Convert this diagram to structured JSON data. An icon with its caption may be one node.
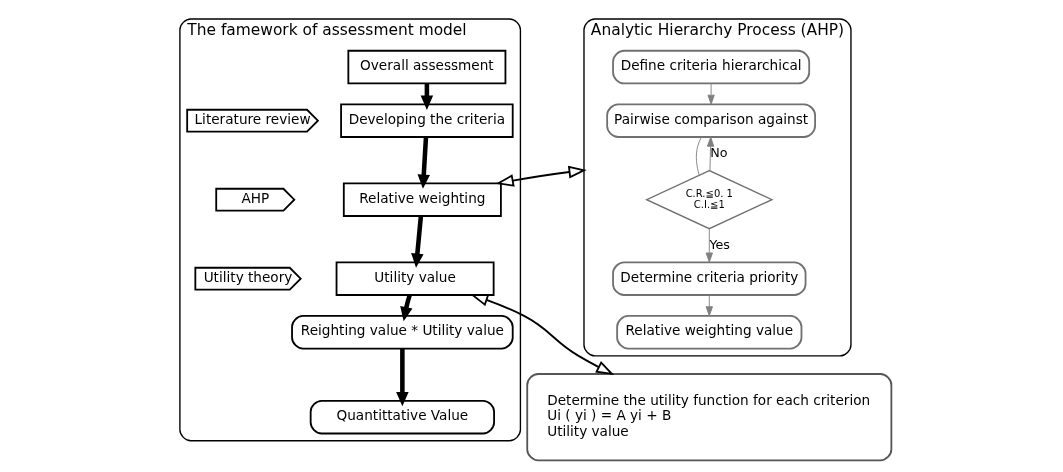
{
  "diagram": {
    "nodes": [
      {
        "text": [
          "The famework of assessment model"
        ]
      },
      {
        "text": [
          "Overall assessment"
        ],
        "in": 0
      },
      {
        "text": [
          "Developing the criteria"
        ],
        "in": 0
      },
      {
        "text": [
          "Relative weighting"
        ],
        "in": 0
      },
      {
        "text": [
          "Utility value"
        ],
        "in": 0
      },
      {
        "text": [
          "Reighting value * Utility value"
        ],
        "in": 0
      },
      {
        "text": [
          "Quantittative Value"
        ],
        "in": 0
      },
      {
        "text": [
          "Literature review"
        ],
        "in": 0
      },
      {
        "text": [
          "AHP"
        ],
        "in": 0
      },
      {
        "text": [
          "Utility theory"
        ],
        "in": 0
      },
      {
        "text": [
          "Analytic Hierarchy Process (AHP)"
        ]
      },
      {
        "text": [
          "Define criteria hierarchical"
        ],
        "in": 10
      },
      {
        "text": [
          "Pairwise comparison against"
        ],
        "in": 10
      },
      {
        "text": [
          "Determine criteria priority"
        ],
        "in": 10
      },
      {
        "text": [
          "Relative weighting value"
        ],
        "in": 10
      },
      {
        "text": [
          "C.R.≦0. 1",
          "C.I.≦1"
        ],
        "in": 10
      },
      {
        "text": [
          "Determine the utility function for each criterion",
          "Ui ( yi ) = A yi + B",
          "Utility value"
        ]
      }
    ],
    "edges": [
      {
        "from": 1,
        "to": 2,
        "arrow": "to",
        "style": "thick"
      },
      {
        "from": 2,
        "to": 3,
        "arrow": "to",
        "style": "thick"
      },
      {
        "from": 3,
        "to": 4,
        "arrow": "to",
        "style": "thick"
      },
      {
        "from": 4,
        "to": 5,
        "arrow": "to",
        "style": "thick"
      },
      {
        "from": 5,
        "to": 6,
        "arrow": "to",
        "style": "thick"
      },
      {
        "from": 3,
        "to": 10,
        "arrow": "both"
      },
      {
        "from": 4,
        "to": 16,
        "arrow": "both"
      },
      {
        "from": 11,
        "to": 12,
        "arrow": "to",
        "color": "#808080"
      },
      {
        "from": 12,
        "to": 15,
        "arrow": "none",
        "color": "#808080"
      },
      {
        "from": 15,
        "to": 12,
        "arrow": "to",
        "label": "No",
        "color": "#808080"
      },
      {
        "from": 15,
        "to": 13,
        "arrow": "to",
        "label": "Yes",
        "color": "#808080"
      },
      {
        "from": 13,
        "to": 14,
        "arrow": "to",
        "color": "#808080"
      }
    ]
  }
}
